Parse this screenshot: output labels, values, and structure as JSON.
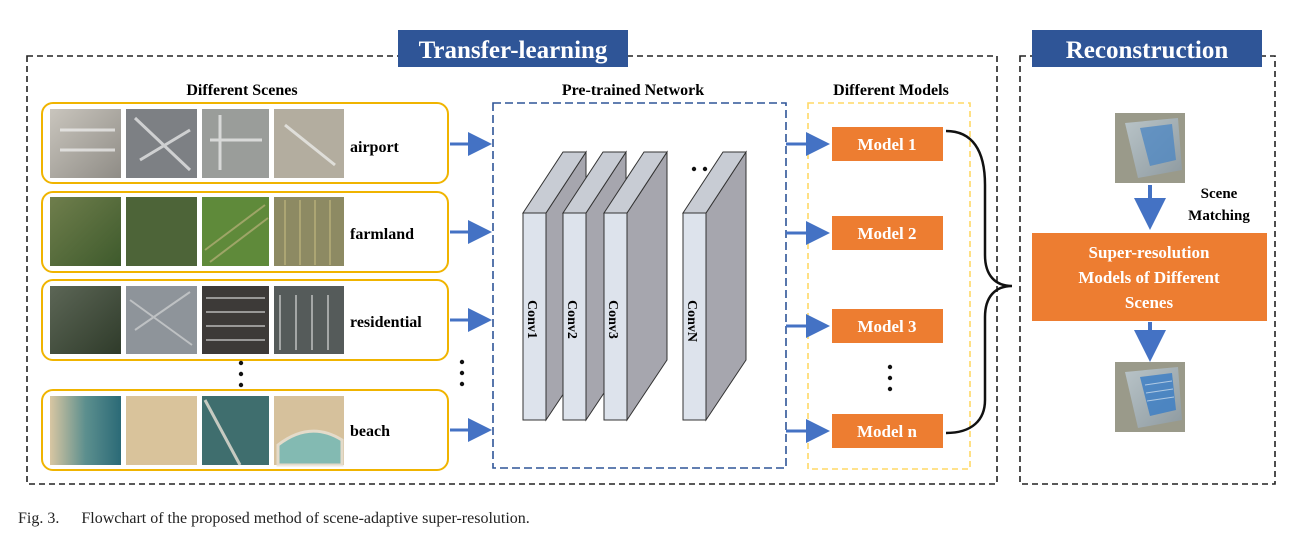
{
  "sections": {
    "transfer_title": "Transfer-learning",
    "reconstruction_title": "Reconstruction"
  },
  "scenes": {
    "heading": "Different Scenes",
    "items": [
      {
        "label": "airport"
      },
      {
        "label": "farmland"
      },
      {
        "label": "residential"
      },
      {
        "label": "beach"
      }
    ]
  },
  "network": {
    "heading": "Pre-trained Network",
    "layers": [
      "Conv1",
      "Conv2",
      "Conv3",
      "ConvN"
    ]
  },
  "models": {
    "heading": "Different Models",
    "items": [
      "Model 1",
      "Model 2",
      "Model 3",
      "Model n"
    ]
  },
  "reconstruction": {
    "matching_label": [
      "Scene",
      "Matching"
    ],
    "sr_box": [
      "Super-resolution",
      "Models of Different",
      "Scenes"
    ]
  },
  "caption": {
    "number": "Fig. 3.",
    "text": "Flowchart of the proposed method of scene-adaptive super-resolution."
  },
  "colors": {
    "title_bg": "#2f5597",
    "model_orange": "#ed7d31",
    "arrow_blue": "#4472c4",
    "scene_border": "#f0b400",
    "conv_face": "#dde3ec",
    "conv_side": "#a6a6ae"
  }
}
